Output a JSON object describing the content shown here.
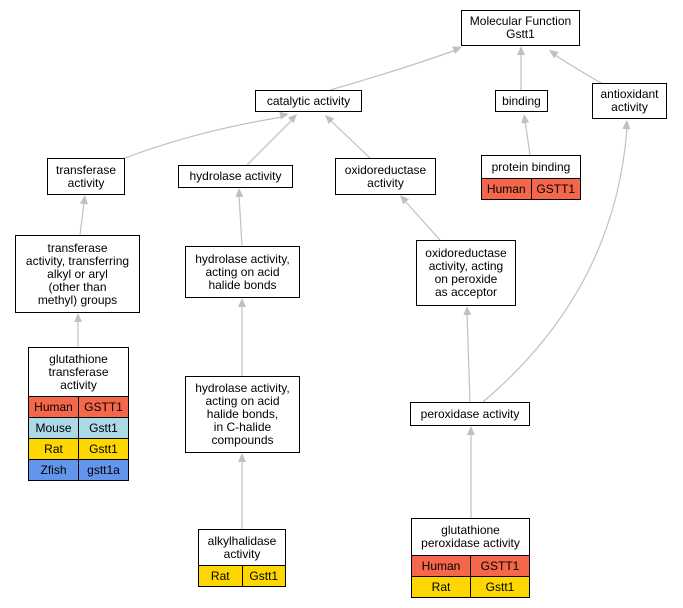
{
  "colors": {
    "edge": "#c0c0c0",
    "Human": "#f4674a",
    "Mouse": "#add8e6",
    "Rat": "#ffd700",
    "Zfish": "#6495ed"
  },
  "nodes": {
    "mf": "Molecular Function\nGstt1",
    "catalytic": "catalytic activity",
    "binding": "binding",
    "antioxidant": "antioxidant\nactivity",
    "transferase": "transferase\nactivity",
    "hydrolase": "hydrolase activity",
    "oxidoreductase": "oxidoreductase\nactivity",
    "transferase_alkyl": "transferase\nactivity, transferring\nalkyl or aryl\n(other than\nmethyl) groups",
    "hydrolase_acid_halide": "hydrolase activity,\nacting on acid\nhalide bonds",
    "oxidoreductase_peroxide": "oxidoreductase\nactivity, acting\non peroxide\nas acceptor",
    "hydrolase_c_halide": "hydrolase activity,\nacting on acid\nhalide bonds,\nin C-halide\ncompounds",
    "peroxidase": "peroxidase activity"
  },
  "gene_nodes": {
    "protein_binding": {
      "title": "protein binding",
      "rows": [
        [
          "Human",
          "GSTT1"
        ]
      ]
    },
    "gst": {
      "title": "glutathione\ntransferase\nactivity",
      "rows": [
        [
          "Human",
          "GSTT1"
        ],
        [
          "Mouse",
          "Gstt1"
        ],
        [
          "Rat",
          "Gstt1"
        ],
        [
          "Zfish",
          "gstt1a"
        ]
      ]
    },
    "alkylhalidase": {
      "title": "alkylhalidase\nactivity",
      "rows": [
        [
          "Rat",
          "Gstt1"
        ]
      ]
    },
    "gpx": {
      "title": "glutathione\nperoxidase activity",
      "rows": [
        [
          "Human",
          "GSTT1"
        ],
        [
          "Rat",
          "Gstt1"
        ]
      ]
    }
  }
}
